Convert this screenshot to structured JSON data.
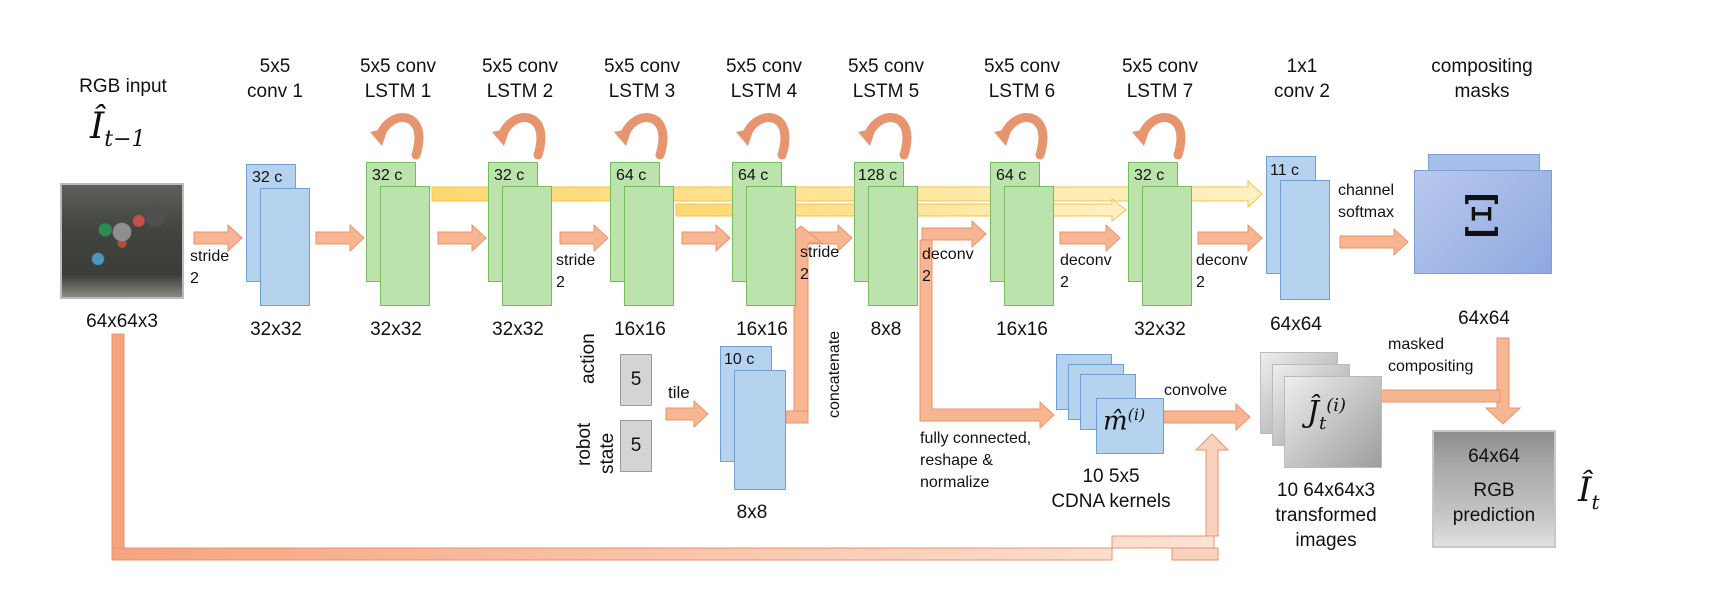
{
  "input": {
    "title": "RGB input",
    "symbol": "Î",
    "subscript": "t−1",
    "size": "64x64x3"
  },
  "layers": [
    {
      "name": "5x5\nconv 1",
      "channels": "32 c",
      "size": "32x32"
    },
    {
      "name": "5x5 conv\nLSTM 1",
      "channels": "32 c",
      "size": "32x32"
    },
    {
      "name": "5x5 conv\nLSTM 2",
      "channels": "32 c",
      "size": "32x32"
    },
    {
      "name": "5x5 conv\nLSTM 3",
      "channels": "64 c",
      "size": "16x16"
    },
    {
      "name": "5x5 conv\nLSTM 4",
      "channels": "64 c",
      "size": "16x16"
    },
    {
      "name": "5x5 conv\nLSTM 5",
      "channels": "128 c",
      "size": "8x8"
    },
    {
      "name": "5x5 conv\nLSTM 6",
      "channels": "64 c",
      "size": "16x16"
    },
    {
      "name": "5x5 conv\nLSTM 7",
      "channels": "32 c",
      "size": "32x32"
    },
    {
      "name": "1x1\nconv 2",
      "channels": "11 c",
      "size": "64x64"
    }
  ],
  "ops": {
    "stride2": "stride\n2",
    "deconv2": "deconv\n2",
    "channel_softmax": "channel\nsoftmax",
    "tile": "tile",
    "concatenate": "concatenate",
    "fully_connected": "fully connected,\nreshape &\nnormalize",
    "convolve": "convolve",
    "masked_compositing": "masked\ncompositing"
  },
  "robot": {
    "action_label": "action",
    "state_label": "state",
    "robot_label": "robot",
    "action_value": "5",
    "state_value": "5"
  },
  "concat_block": {
    "channels": "10 c",
    "size": "8x8"
  },
  "masks": {
    "title": "compositing\nmasks",
    "symbol": "Ξ",
    "size": "64x64"
  },
  "kernels": {
    "symbol": "m̂",
    "superscript": "(i)",
    "caption": "10  5x5\nCDNA kernels"
  },
  "transformed": {
    "symbol": "Ĵ",
    "subscript": "t",
    "superscript": "(i)",
    "caption": "10  64x64x3\ntransformed\nimages"
  },
  "prediction": {
    "size": "64x64",
    "label": "RGB\nprediction",
    "symbol": "Î",
    "subscript": "t"
  },
  "colors": {
    "arrow": "#f8b592",
    "arrow_border": "#e8946a",
    "skip": "#ffe08a",
    "skip_border": "#f3c24a",
    "loop": "#e7956f",
    "blue": "#b5d2ef",
    "green": "#bde3ad"
  }
}
